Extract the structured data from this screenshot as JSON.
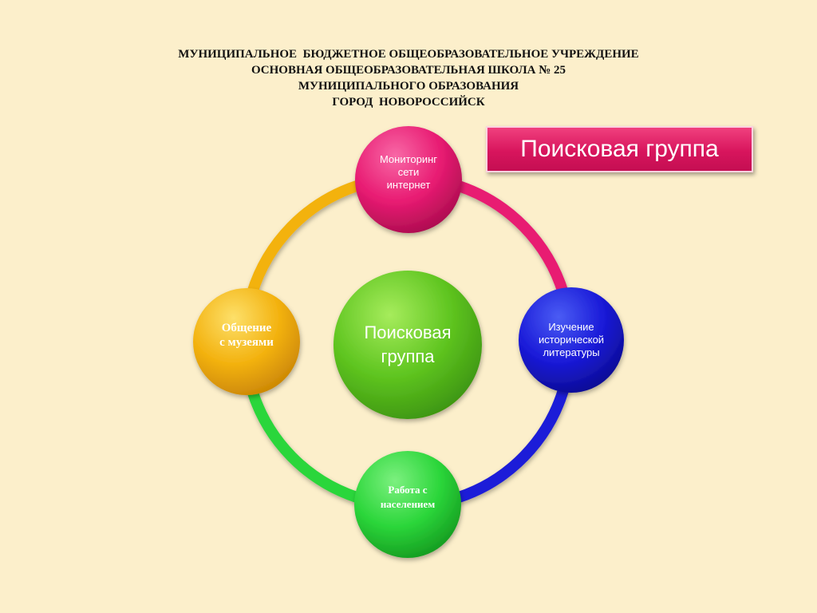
{
  "header": {
    "line1": "МУНИЦИПАЛЬНОЕ  БЮДЖЕТНОЕ ОБЩЕОБРАЗОВАТЕЛЬНОЕ УЧРЕЖДЕНИЕ",
    "line2": "ОСНОВНАЯ ОБЩЕОБРАЗОВАТЕЛЬНАЯ ШКОЛА № 25",
    "line3": "МУНИЦИПАЛЬНОГО ОБРАЗОВАНИЯ",
    "line4": "ГОРОД  НОВОРОССИЙСК"
  },
  "title_box": {
    "label": "Поисковая группа"
  },
  "diagram": {
    "center": {
      "label": "Поисковая\nгруппа",
      "color": "#5fc520"
    },
    "nodes": [
      {
        "id": "top",
        "label": "Мониторинг\nсети\nинтернет",
        "color": "#e81b72"
      },
      {
        "id": "right",
        "label": "Изучение\nисторической\nлитературы",
        "color": "#1a1ad8"
      },
      {
        "id": "bottom",
        "label": "Работа с\nнаселением",
        "color": "#2bd63a"
      },
      {
        "id": "left",
        "label": "Общение\nс музеями",
        "color": "#f3b20f"
      }
    ],
    "arc_colors": {
      "top_right": "#e81b72",
      "right_bottom": "#1a1ad8",
      "bottom_left": "#2bd63a",
      "left_top": "#f3b20f"
    }
  }
}
